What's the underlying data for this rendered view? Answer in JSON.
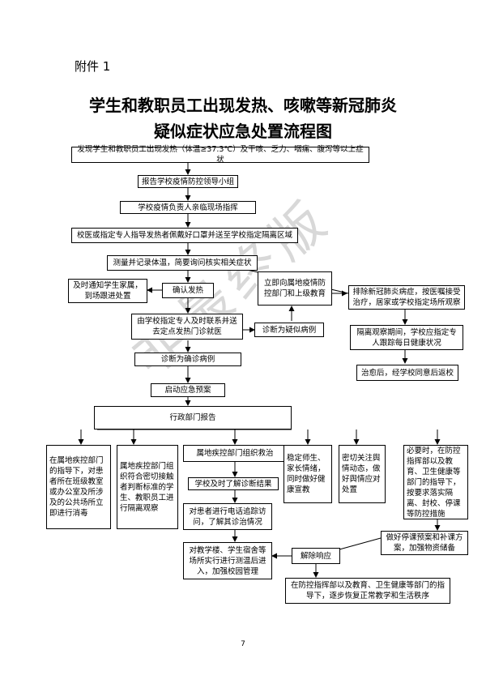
{
  "attachment": "附件 1",
  "title": {
    "line1": "学生和教职员工出现发热、咳嗽等新冠肺炎",
    "line2": "疑似症状应急处置流程图"
  },
  "watermark": "非最终版",
  "nodes": {
    "discover": "发现学生和教职员工出现发热（体温≥37.3℃）及干咳、乏力、咽痛、腹泻等以上症状",
    "report": "报告学校疫情防控领导小组",
    "on_site": "学校疫情负责人亲临现场指挥",
    "isolate": "校医或指定专人指导发热者佩戴好口罩并送至学校指定隔离区域",
    "measure": "测量并记录体温，简要询问核实相关症状",
    "confirm_fever": "确认发热",
    "notify_parents": "及时通知学生家属，到场跟进处置",
    "hospital": "由学校指定专人及时联系并送去定点发热门诊就医",
    "suspected": "诊断为疑似病例",
    "report_cdc": "立即向属地疫情防控部门和上级教育",
    "confirmed": "诊断为确诊病例",
    "exclude": "排除新冠肺炎病症，按医嘱接受治疗，居家或学校指定场所观察",
    "observe": "隔离观察期间，学校应指定专人跟踪每日健康状况",
    "return": "治愈后，经学校同意后返校",
    "plan": "启动应急预案",
    "admin_report": "行政部门报告",
    "col1": "在属地疾控部门的指导下，对患者所在班级教室或办公室及所涉及的公共场所立即进行消毒",
    "col2": "属地疾控部门组织符合密切接触者判断标准的学生、教职员工进行隔离观察",
    "col3_top": "属地疾控部门组织救治",
    "col3_b": "学校及时了解诊断结果",
    "col3_c": "对患者进行电话追踪访问，了解其诊治情况",
    "col3_d": "对教学楼、学生宿舍等场所实行进行测温后进入，加强校园管理",
    "col4": "稳定师生、家长情绪，同时做好健康宣教",
    "col5": "密切关注舆情动态，做好舆情应对处置",
    "col6": "必要时，在防控指挥部以及教育、卫生健康等部门的指导下，按要求落实隔离、封校、停课等防控措施",
    "plan2": "做好停课预案和补课方案，加强物资储备",
    "lift": "解除响应",
    "recover": "在防控指挥部以及教育、卫生健康等部门的指导下，逐步恢复正常教学和生活秩序"
  },
  "page_number": "7"
}
